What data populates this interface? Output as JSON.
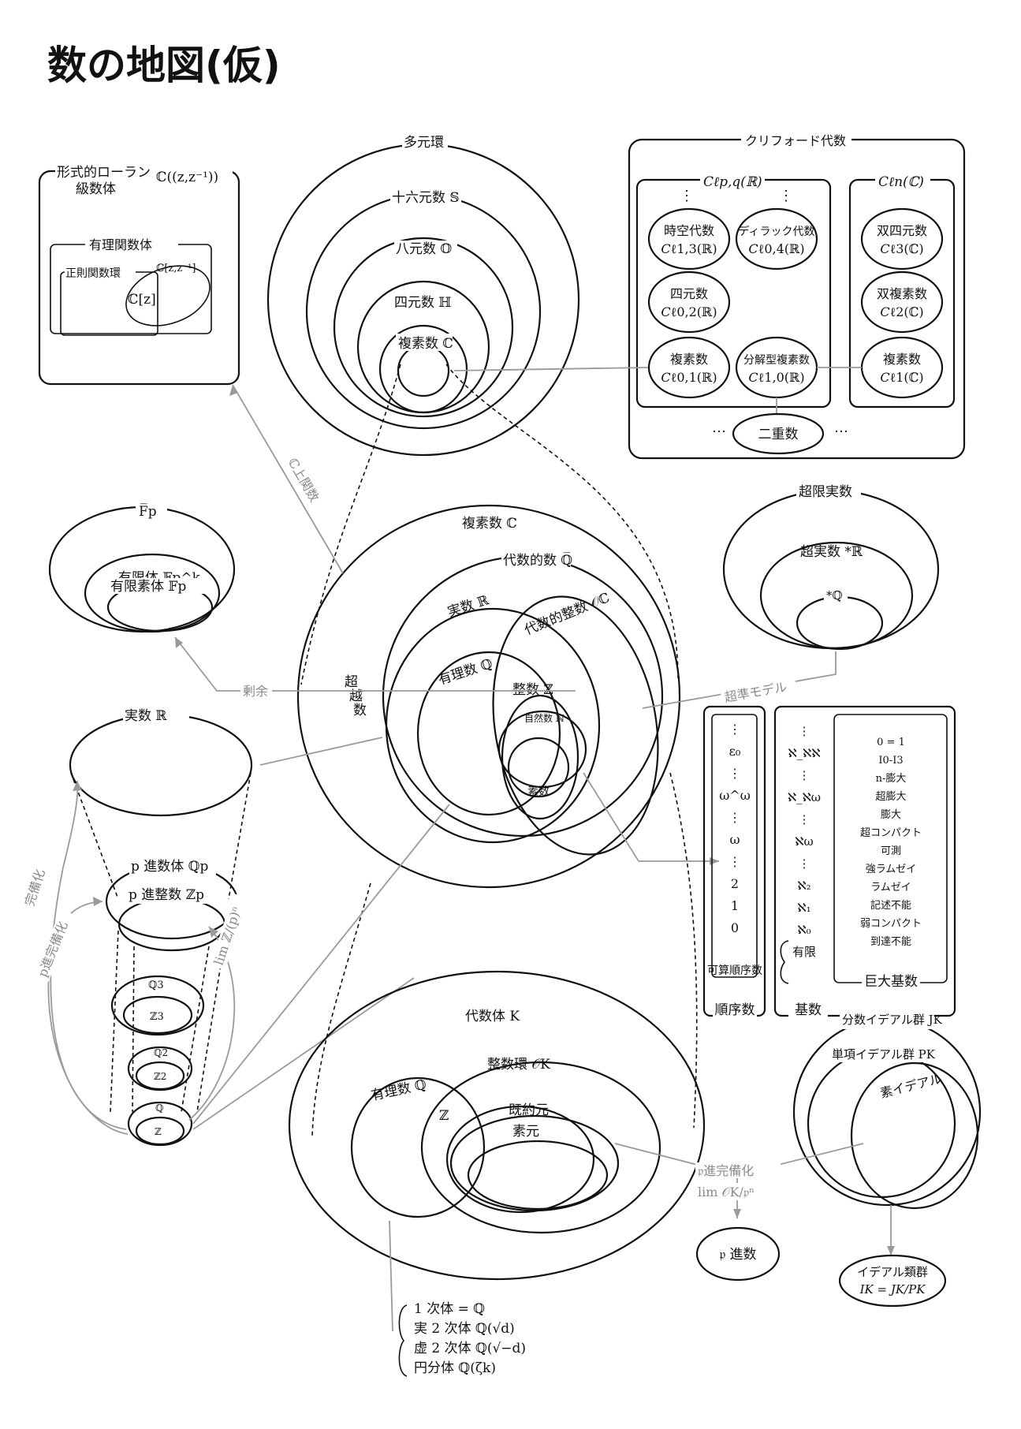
{
  "title": "数の地図(仮)",
  "formal_laurent": {
    "line1": "形式的ローラン",
    "line2": "級数体",
    "symbol": "ℂ((z,z⁻¹))",
    "rational_func": "有理関数体",
    "regular_ring": "正則関数環",
    "poly_laurent": "ℂ[z,z⁻¹]",
    "poly": "ℂ[z]"
  },
  "hypercomplex": {
    "multi": "多元環",
    "sedenion": "十六元数 𝕊",
    "octonion": "八元数 𝕆",
    "quaternion": "四元数 ℍ",
    "complex": "複素数 ℂ"
  },
  "clifford": {
    "title": "クリフォード代数",
    "real_header": "𝐶ℓp,q(ℝ)",
    "complex_header": "𝐶ℓn(ℂ)",
    "spacetime": {
      "name": "時空代数",
      "sym": "𝐶ℓ1,3(ℝ)"
    },
    "dirac": {
      "name": "ディラック代数",
      "sym": "𝐶ℓ0,4(ℝ)"
    },
    "quaternion": {
      "name": "四元数",
      "sym": "𝐶ℓ0,2(ℝ)"
    },
    "complex_r": {
      "name": "複素数",
      "sym": "𝐶ℓ0,1(ℝ)"
    },
    "split": {
      "name": "分解型複素数",
      "sym": "𝐶ℓ1,0(ℝ)"
    },
    "biquat": {
      "name": "双四元数",
      "sym": "𝐶ℓ3(ℂ)"
    },
    "bicomplex": {
      "name": "双複素数",
      "sym": "𝐶ℓ2(ℂ)"
    },
    "complex_c": {
      "name": "複素数",
      "sym": "𝐶ℓ1(ℂ)"
    },
    "dual": "二重数",
    "dots": "⋯",
    "vdots": "⋮"
  },
  "finite": {
    "closure": "F̅p",
    "field": "有限体 𝔽p^k",
    "prime": "有限素体 𝔽p"
  },
  "hyperreal": {
    "outer": "超限実数",
    "hyper": "超実数 *ℝ",
    "hq": "*ℚ"
  },
  "main": {
    "complex": "複素数 ℂ",
    "algebraic": "代数的数 ℚ̅",
    "real": "実数 ℝ",
    "alg_int": "代数的整数 𝒪ℂ",
    "rational": "有理数 ℚ",
    "integer": "整数 ℤ",
    "natural": "自然数 ℕ",
    "prime": "素数",
    "tr1": "超",
    "tr2": "越",
    "tr3": "数"
  },
  "edges": {
    "c_func": "ℂ上関数",
    "residue": "剰余",
    "nonstandard": "超準モデル",
    "completion": "完備化",
    "p_completion": "p進完備化",
    "invlim": "lim ℤ/(p)ⁿ",
    "p_completion2": "𝔭進完備化",
    "invlim2": "lim 𝒪K/𝔭ⁿ"
  },
  "padic": {
    "real": "実数 ℝ",
    "qp": "p 進数体 ℚp",
    "zp": "p 進整数 ℤp",
    "q3": "ℚ3",
    "z3": "ℤ3",
    "q2": "ℚ2",
    "z2": "ℤ2",
    "q": "ℚ",
    "z": "ℤ"
  },
  "ordinal": {
    "items": [
      "⋮",
      "ε₀",
      "⋮",
      "ω^ω",
      "⋮",
      "ω",
      "⋮",
      "2",
      "1",
      "0"
    ],
    "countable": "可算順序数",
    "label": "順序数"
  },
  "cardinal": {
    "items": [
      "⋮",
      "ℵ_ℵℵ",
      "⋮",
      "ℵ_ℵω",
      "⋮",
      "ℵω",
      "⋮",
      "ℵ₂",
      "ℵ₁",
      "ℵ₀",
      "有限"
    ],
    "label": "基数"
  },
  "large": {
    "items": [
      "0 = 1",
      "I0-I3",
      "n-膨大",
      "超膨大",
      "膨大",
      "超コンパクト",
      "可測",
      "強ラムゼイ",
      "ラムゼイ",
      "記述不能",
      "弱コンパクト",
      "到達不能"
    ],
    "label": "巨大基数"
  },
  "numfield": {
    "field": "代数体 K",
    "rational": "有理数 ℚ",
    "ring": "整数環 𝒪K",
    "z": "ℤ",
    "irreducible": "既約元",
    "prime": "素元"
  },
  "ideal": {
    "frac": "分数イデアル群 JK",
    "principal": "単項イデアル群 PK",
    "prime": "素イデアル",
    "class": "イデアル類群",
    "class_formula": "IK = JK/PK"
  },
  "padic_box": "𝔭 進数",
  "examples": [
    "1 次体 = ℚ",
    "実 2 次体 ℚ(√d)",
    "虚 2 次体 ℚ(√−d)",
    "円分体 ℚ(ζk)"
  ]
}
